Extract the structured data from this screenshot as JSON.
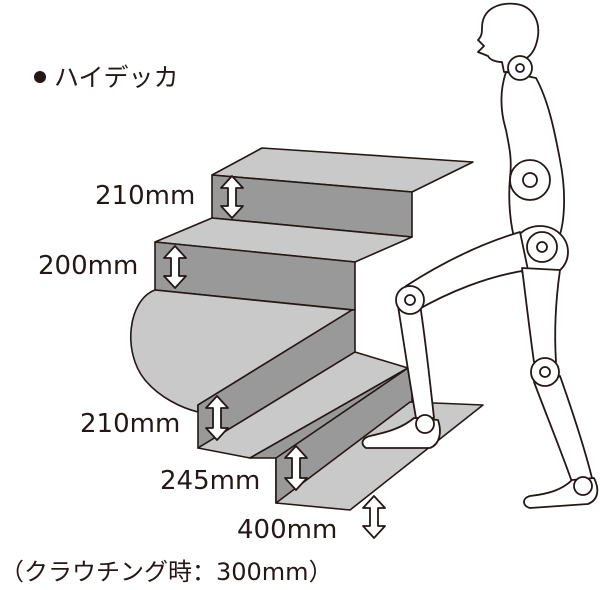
{
  "heading": {
    "bullet": "●",
    "title": "ハイデッカ"
  },
  "dimensions": {
    "step1": "210mm",
    "step2": "200mm",
    "step3": "210mm",
    "step4": "245mm",
    "step5": "400mm"
  },
  "note": "（クラウチング時：300mm）",
  "colors": {
    "tread": "#c9c9c9",
    "riser": "#999999",
    "line": "#231815"
  }
}
